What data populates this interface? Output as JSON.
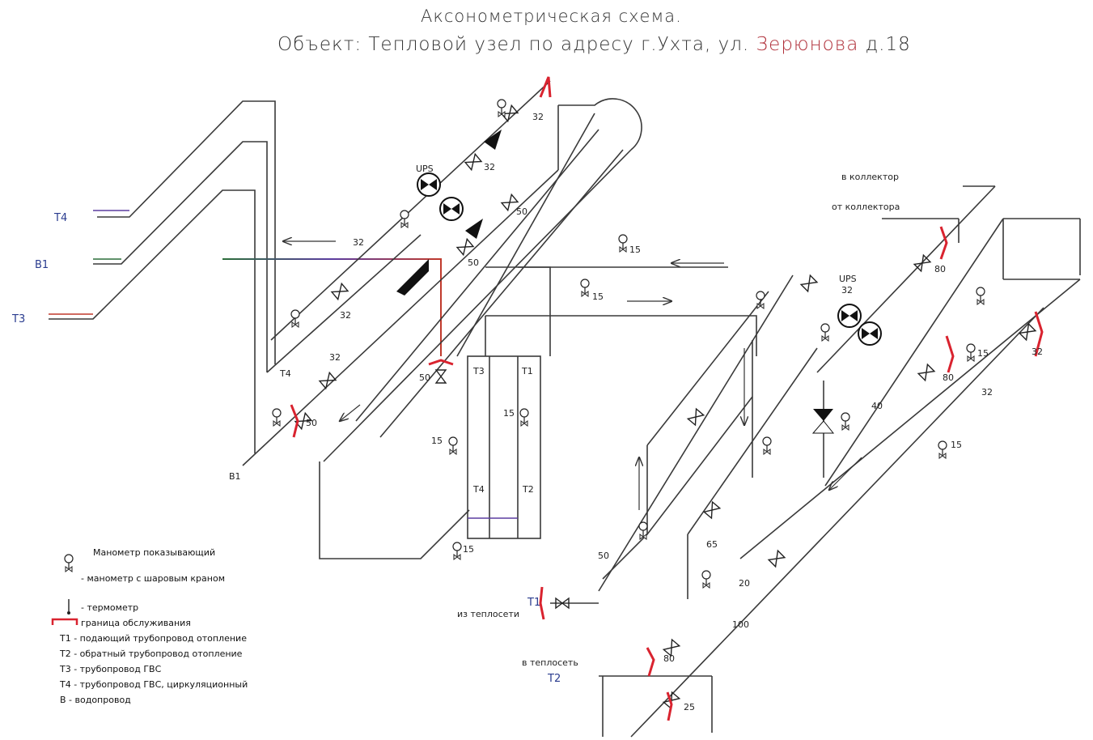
{
  "header": {
    "title": "Аксонометрическая схема.",
    "object_prefix": "Объект: Тепловой узел по адресу г.Ухта, ул. ",
    "street": "Зерюнова",
    "house": " д.18"
  },
  "labels": {
    "T4": "Т4",
    "B1": "В1",
    "T3": "Т3",
    "T1": "Т1",
    "T2": "Т2",
    "T3b": "Т3",
    "T4b": "Т4",
    "B1b": "В1",
    "T4c": "Т4",
    "pump1": "UPS",
    "pump2": "UPS",
    "pump1_dn": "32",
    "pump2_dn": "32",
    "to_collector": "в коллектор",
    "from_collector": "от коллектора",
    "from_heatnet": "из теплосети",
    "to_heatnet": "в теплосеть",
    "dn32a": "32",
    "dn32b": "32",
    "dn32c": "32",
    "dn32d": "32",
    "dn32e": "32",
    "dn32f": "32",
    "dn32g": "32",
    "dn50a": "50",
    "dn50b": "50",
    "dn50c": "50",
    "dn50d": "50",
    "dn50e": "50",
    "dn15a": "15",
    "dn15b": "15",
    "dn15c": "15",
    "dn15d": "15",
    "dn15e": "15",
    "dn15f": "15",
    "dn15g": "15",
    "dn65": "65",
    "dn80a": "80",
    "dn80b": "80",
    "dn80c": "80",
    "dn40": "40",
    "dn25": "25",
    "dn20": "20",
    "dn100": "100"
  },
  "legend": {
    "manometer": "Манометр показывающий",
    "manometer_valve": "- манометр с шаровым краном",
    "thermometer": "- термометр",
    "boundary": "граница обслуживания",
    "t1": "Т1 - подающий трубопровод отопление",
    "t2": "Т2 - обратный трубопровод отопление",
    "t3": "Т3 - трубопровод ГВС",
    "t4": "Т4 - трубопровод ГВС, циркуляционный",
    "b1": "В - водопровод"
  },
  "colors": {
    "pipe": "#3a3a3a",
    "boundary": "#d9232f",
    "pipe_accent": "#6b3fa0",
    "label_blue": "#2a3c8f",
    "street_red": "#b0303a"
  }
}
